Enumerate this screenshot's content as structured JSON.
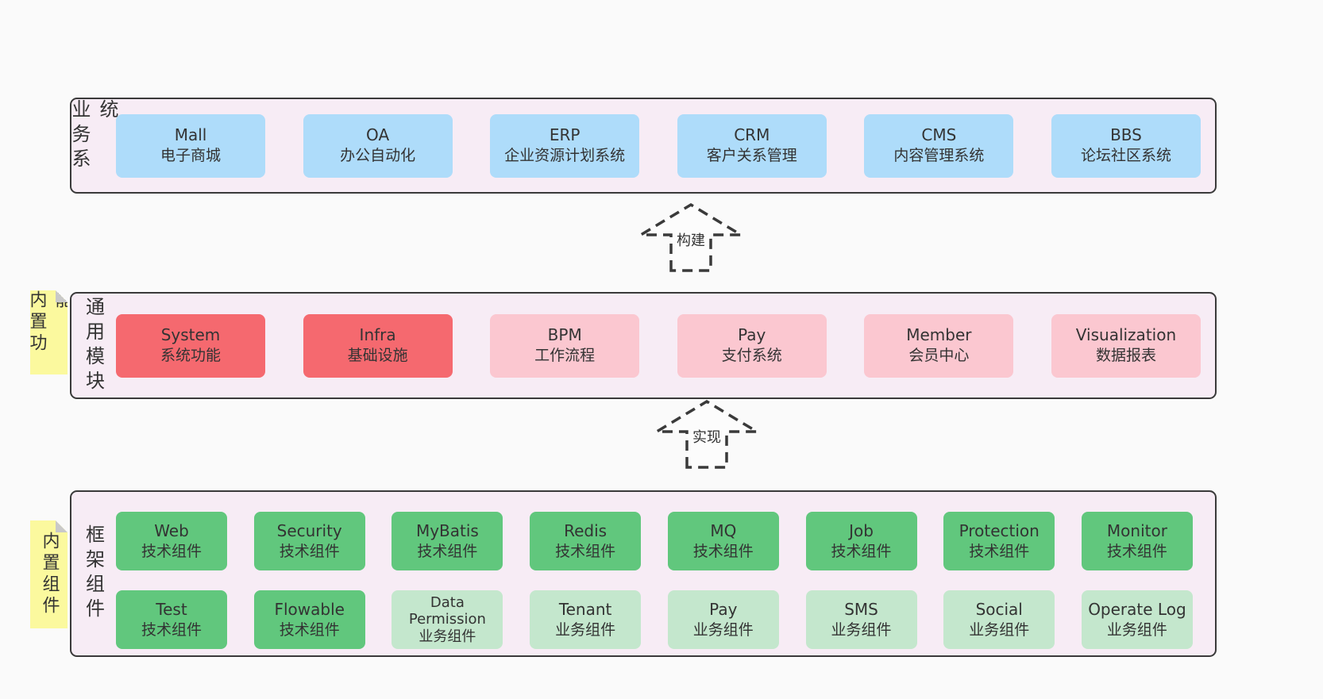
{
  "page": {
    "background": "#fafafa",
    "text_color": "#333333"
  },
  "palette": {
    "layer_bg": "#f7ecf5",
    "layer_border": "#3a3a3a",
    "blue": "#aedcfa",
    "red": "#f5696f",
    "pink": "#fbc7d0",
    "green": "#61c77d",
    "light_green": "#c4e7cd",
    "sticky_yellow": "#fbf99e"
  },
  "arrows": [
    {
      "label": "构建"
    },
    {
      "label": "实现"
    }
  ],
  "stickies": [
    {
      "label": "内置功能"
    },
    {
      "label": "内置组件"
    }
  ],
  "layers": [
    {
      "side_label": "业务系统",
      "rows": [
        [
          {
            "title": "Mall",
            "subtitle": "电子商城"
          },
          {
            "title": "OA",
            "subtitle": "办公自动化"
          },
          {
            "title": "ERP",
            "subtitle": "企业资源计划系统"
          },
          {
            "title": "CRM",
            "subtitle": "客户关系管理"
          },
          {
            "title": "CMS",
            "subtitle": "内容管理系统"
          },
          {
            "title": "BBS",
            "subtitle": "论坛社区系统"
          }
        ]
      ]
    },
    {
      "side_label": "通用模块",
      "rows": [
        [
          {
            "title": "System",
            "subtitle": "系统功能"
          },
          {
            "title": "Infra",
            "subtitle": "基础设施"
          },
          {
            "title": "BPM",
            "subtitle": "工作流程"
          },
          {
            "title": "Pay",
            "subtitle": "支付系统"
          },
          {
            "title": "Member",
            "subtitle": "会员中心"
          },
          {
            "title": "Visualization",
            "subtitle": "数据报表"
          }
        ]
      ]
    },
    {
      "side_label": "框架组件",
      "rows": [
        [
          {
            "title": "Web",
            "subtitle": "技术组件"
          },
          {
            "title": "Security",
            "subtitle": "技术组件"
          },
          {
            "title": "MyBatis",
            "subtitle": "技术组件"
          },
          {
            "title": "Redis",
            "subtitle": "技术组件"
          },
          {
            "title": "MQ",
            "subtitle": "技术组件"
          },
          {
            "title": "Job",
            "subtitle": "技术组件"
          },
          {
            "title": "Protection",
            "subtitle": "技术组件"
          },
          {
            "title": "Monitor",
            "subtitle": "技术组件"
          }
        ],
        [
          {
            "title": "Test",
            "subtitle": "技术组件"
          },
          {
            "title": "Flowable",
            "subtitle": "技术组件"
          },
          {
            "title": "Data Permission",
            "subtitle": "业务组件"
          },
          {
            "title": "Tenant",
            "subtitle": "业务组件"
          },
          {
            "title": "Pay",
            "subtitle": "业务组件"
          },
          {
            "title": "SMS",
            "subtitle": "业务组件"
          },
          {
            "title": "Social",
            "subtitle": "业务组件"
          },
          {
            "title": "Operate Log",
            "subtitle": "业务组件"
          }
        ]
      ]
    }
  ]
}
